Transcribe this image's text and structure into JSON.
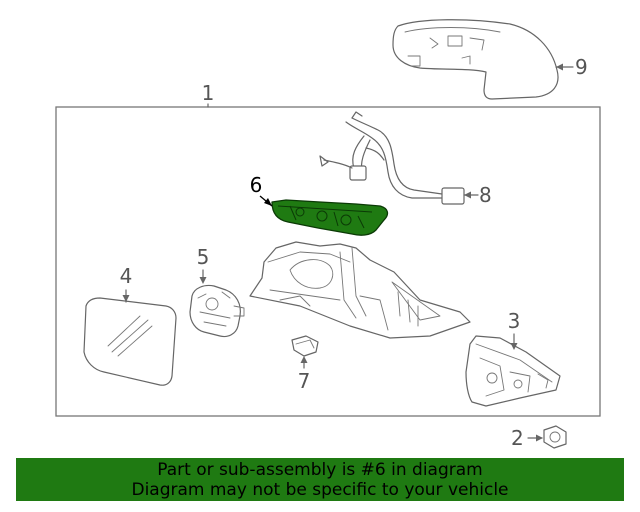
{
  "diagram": {
    "callouts": [
      "1",
      "2",
      "3",
      "4",
      "5",
      "6",
      "7",
      "8",
      "9"
    ],
    "highlighted_part": "6",
    "highlight_color": "#1f7a12"
  },
  "banner": {
    "line1": "Part or sub-assembly is #6 in diagram",
    "line2": "Diagram may not be specific to your vehicle",
    "background": "#1f7a12"
  }
}
